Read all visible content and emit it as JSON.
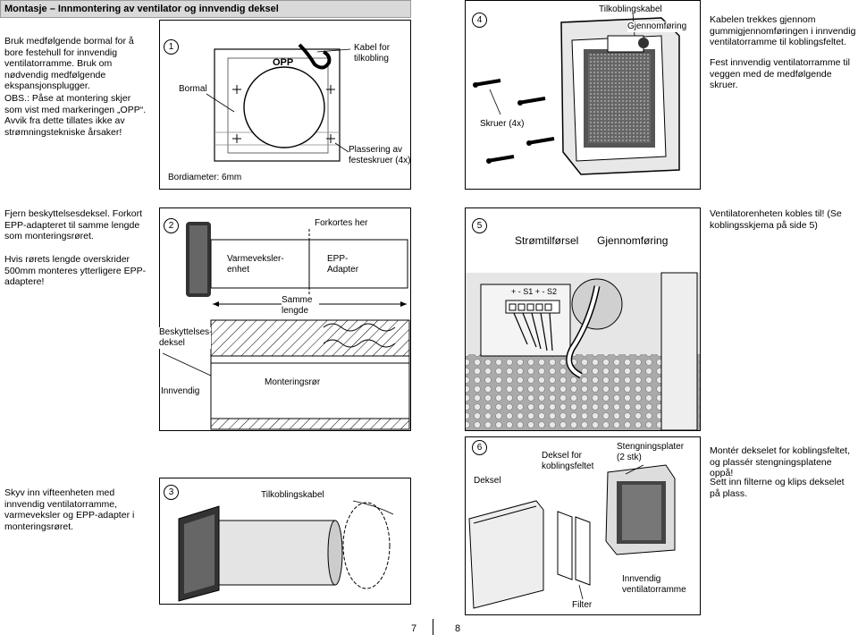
{
  "header": {
    "title": "Montasje – Innmontering av ventilator og innvendig deksel"
  },
  "steps": {
    "s1": "1",
    "s2": "2",
    "s3": "3",
    "s4": "4",
    "s5": "5",
    "s6": "6"
  },
  "left": {
    "p1": "Bruk medfølgende bormal for å bore festehull for innvendig ventilatorramme. Bruk om nødvendig medfølgende ekspansjonsplugger.",
    "p2": "OBS.: Påse at montering skjer som vist med markeringen „OPP“. Avvik fra dette tillates ikke av strømningstekniske årsaker!",
    "p3": "Fjern beskyttelsesdeksel. Forkort EPP-adapteret til samme lengde som monteringsrøret.",
    "p4": "Hvis rørets lengde overskrider 500mm monteres ytterligere EPP-adaptere!",
    "p5": "Skyv inn vifteenheten med innvendig ventilatorramme, varmeveksler og EPP-adapter i monteringsrøret."
  },
  "right": {
    "p1": "Kabelen trekkes gjennom gummigjennomføringen i innvendig ventilatorramme til koblingsfeltet.",
    "p2": "Fest innvendig ventilatorramme til veggen med de medfølgende skruer.",
    "p3": "Ventilatorenheten kobles til! (Se koblingsskjema på side 5)",
    "p4": "Montér dekselet for koblingsfeltet, og plassér stengningsplatene oppå!",
    "p5": "Sett inn filterne og klips dekselet på plass."
  },
  "fig1": {
    "opp": "OPP",
    "bormal": "Bormal",
    "kabel": "Kabel for tilkobling",
    "plassering": "Plassering av festeskruer (4x)",
    "bordiameter": "Bordiameter: 6mm"
  },
  "fig4": {
    "tilkobling": "Tilkoblingskabel",
    "gjennom": "Gjennomføring",
    "skruer": "Skruer (4x)"
  },
  "fig2": {
    "forkortes": "Forkortes her",
    "varme": "Varmeveksler-enhet",
    "epp": "EPP-Adapter",
    "samme": "Samme lengde",
    "beskytt": "Beskyttelses-deksel",
    "innvendig": "Innvendig",
    "monteringsror": "Monteringsrør"
  },
  "fig5": {
    "strom": "Strømtilførsel",
    "gjennom": "Gjennomføring",
    "terminal": "+ - S1 + - S2"
  },
  "fig3": {
    "tilkobling": "Tilkoblingskabel"
  },
  "fig6": {
    "deksel": "Deksel",
    "deksel_for": "Deksel for koblingsfeltet",
    "stengning": "Stengningsplater (2 stk)",
    "innvendig": "Innvendig ventilatorramme",
    "filter": "Filter"
  },
  "footer": {
    "page_left": "7",
    "page_right": "8"
  }
}
